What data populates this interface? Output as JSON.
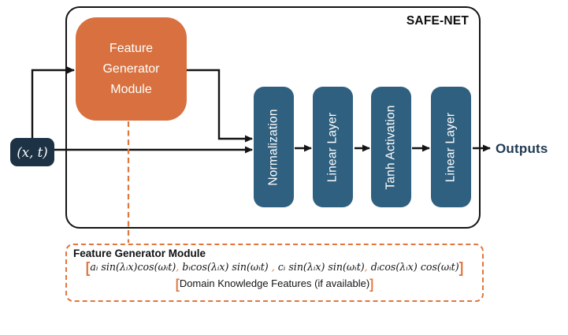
{
  "colors": {
    "orange_fill": "#D8713F",
    "orange_accent": "#E0763C",
    "steel_blue": "#30607F",
    "navy": "#1D3245",
    "outputs_text": "#203B53",
    "line_black": "#141414"
  },
  "diagram": {
    "title": "SAFE-NET",
    "input_label": "(x, t)",
    "feature_generator": {
      "label_lines": [
        "Feature",
        "Generator",
        "Module"
      ]
    },
    "pipeline": [
      "Normalization",
      "Linear Layer",
      "Tanh Activation",
      "Linear Layer"
    ],
    "output_label": "Outputs"
  },
  "legend": {
    "title": "Feature Generator Module",
    "formula": {
      "open_bracket": "[",
      "terms": [
        "aᵢ sin(λᵢx)cos(ωᵢt)",
        "bᵢcos(λᵢx) sin(ωᵢt)",
        "cᵢ sin(λᵢx) sin(ωᵢt)",
        "dᵢcos(λᵢx) cos(ωᵢt)"
      ],
      "separators": [
        ", ",
        " , ",
        ", "
      ],
      "close_bracket": "]"
    },
    "domain_line": {
      "open_bracket": "[",
      "text": "Domain Knowledge Features (if available)",
      "close_bracket": "]"
    }
  }
}
